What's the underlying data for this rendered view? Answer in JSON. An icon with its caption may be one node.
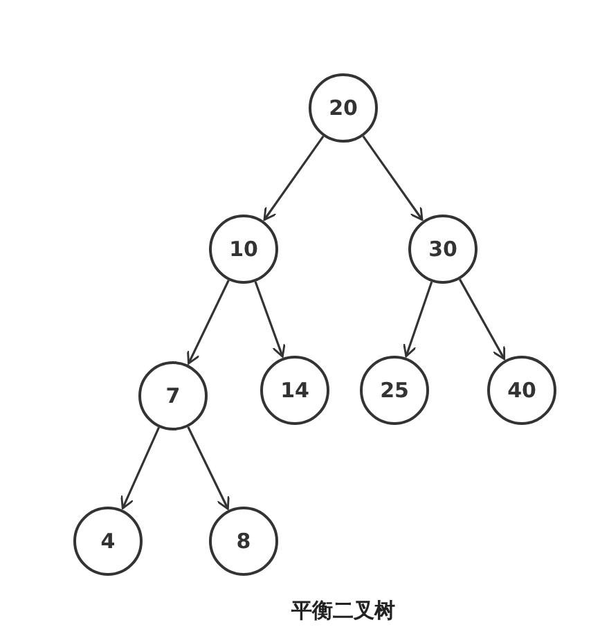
{
  "diagram": {
    "caption": "平衡二叉树",
    "nodes": [
      {
        "text": [
          "20"
        ]
      },
      {
        "text": [
          "10"
        ]
      },
      {
        "text": [
          "30"
        ]
      },
      {
        "text": [
          "7"
        ]
      },
      {
        "text": [
          "14"
        ]
      },
      {
        "text": [
          "25"
        ]
      },
      {
        "text": [
          "40"
        ]
      },
      {
        "text": [
          "4"
        ]
      },
      {
        "text": [
          "8"
        ]
      }
    ],
    "edges": [
      {
        "from": 0,
        "to": 1,
        "arrow": "to"
      },
      {
        "from": 0,
        "to": 2,
        "arrow": "to"
      },
      {
        "from": 1,
        "to": 3,
        "arrow": "to"
      },
      {
        "from": 1,
        "to": 4,
        "arrow": "to"
      },
      {
        "from": 2,
        "to": 5,
        "arrow": "to"
      },
      {
        "from": 2,
        "to": 6,
        "arrow": "to"
      },
      {
        "from": 3,
        "to": 7,
        "arrow": "to"
      },
      {
        "from": 3,
        "to": 8,
        "arrow": "to"
      }
    ]
  }
}
